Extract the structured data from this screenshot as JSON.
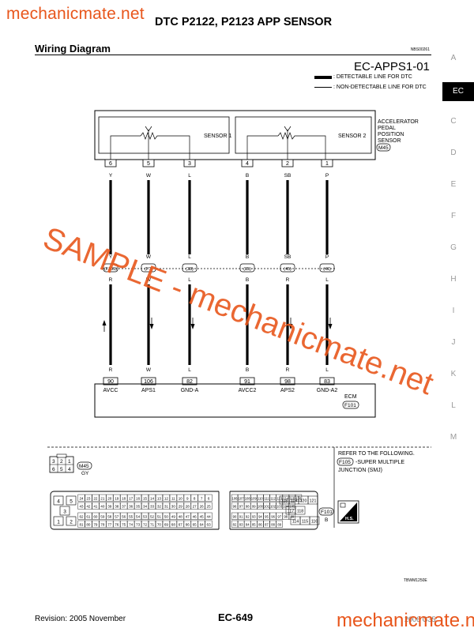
{
  "brand_watermark": "mechanicmate.net",
  "title": "DTC P2122, P2123 APP SENSOR",
  "section": "Wiring Diagram",
  "doc_code": "NBS00261",
  "diagram_id": "EC-APPS1-01",
  "legend": {
    "detectable": ": DETECTABLE LINE FOR DTC",
    "non_detectable": ": NON-DETECTABLE LINE FOR DTC"
  },
  "sensor": {
    "name_lines": [
      "ACCELERATOR",
      "PEDAL",
      "POSITION",
      "SENSOR"
    ],
    "connector": "M45",
    "sensor1": "SENSOR 1",
    "sensor2": "SENSOR 2"
  },
  "wires": [
    {
      "pin": "6",
      "color_top": "Y",
      "junction": "(F105)",
      "color_bottom": "R",
      "ecm_pin": "90",
      "ecm_label": "AVCC",
      "arrow": "up"
    },
    {
      "pin": "5",
      "color_top": "W",
      "junction": "(F?)",
      "color_bottom": "W",
      "ecm_pin": "106",
      "ecm_label": "APS1",
      "arrow": "down"
    },
    {
      "pin": "3",
      "color_top": "L",
      "junction": "(38)",
      "color_bottom": "L",
      "ecm_pin": "82",
      "ecm_label": "GND-A",
      "arrow": "down"
    },
    {
      "pin": "4",
      "color_top": "B",
      "junction": "(35)",
      "color_bottom": "B",
      "ecm_pin": "91",
      "ecm_label": "AVCC2",
      "arrow": "none"
    },
    {
      "pin": "2",
      "color_top": "SB",
      "junction": "(45)",
      "color_bottom": "R",
      "ecm_pin": "98",
      "ecm_label": "APS2",
      "arrow": "down"
    },
    {
      "pin": "1",
      "color_top": "P",
      "junction": "(46)",
      "color_bottom": "L",
      "ecm_pin": "83",
      "ecm_label": "GND-A2",
      "arrow": "down"
    }
  ],
  "ecm": {
    "name": "ECM",
    "connector": "F101"
  },
  "junction_connector": "F105",
  "refer": {
    "heading": "REFER TO THE FOLLOWING.",
    "code": "F105",
    "line1": "-SUPER MULTIPLE",
    "line2": "JUNCTION (SMJ)"
  },
  "small_connector": {
    "code": "M45",
    "color": "GY",
    "pins_top": [
      "3",
      "2",
      "1"
    ],
    "pins_bottom": [
      "6",
      "5",
      "4"
    ]
  },
  "ecm_connector": {
    "code": "F101",
    "color": "B",
    "big_pins": [
      "4",
      "5",
      "3",
      "1",
      "2"
    ],
    "rows_left": [
      [
        "24",
        "23",
        "22",
        "21",
        "20",
        "19",
        "18",
        "17",
        "16",
        "15",
        "14",
        "13",
        "12",
        "11",
        "10",
        "9",
        "8",
        "7",
        "6"
      ],
      [
        "43",
        "42",
        "41",
        "40",
        "39",
        "38",
        "37",
        "36",
        "35",
        "34",
        "33",
        "32",
        "31",
        "30",
        "29",
        "28",
        "27",
        "26",
        "25"
      ],
      [
        "62",
        "61",
        "60",
        "59",
        "58",
        "57",
        "56",
        "55",
        "54",
        "53",
        "52",
        "51",
        "50",
        "49",
        "48",
        "47",
        "46",
        "45",
        "44"
      ],
      [
        "81",
        "80",
        "79",
        "78",
        "77",
        "76",
        "75",
        "74",
        "73",
        "72",
        "71",
        "70",
        "69",
        "68",
        "67",
        "66",
        "65",
        "64",
        "63"
      ]
    ],
    "rows_right": [
      [
        "106",
        "107",
        "108",
        "109",
        "110",
        "111",
        "112",
        "113",
        "114",
        "115",
        "116"
      ],
      [
        "96",
        "97",
        "98",
        "99",
        "100",
        "101",
        "102",
        "103",
        "104",
        "105"
      ],
      [
        "90",
        "91",
        "92",
        "93",
        "94",
        "95",
        "96",
        "97",
        "98",
        "99"
      ],
      [
        "82",
        "83",
        "84",
        "85",
        "86",
        "87",
        "88",
        "89"
      ]
    ],
    "extra_rows": [
      [
        "118",
        "119",
        "120",
        "121"
      ],
      [
        "117",
        "118"
      ],
      [
        "114",
        "115",
        "116"
      ]
    ]
  },
  "hs_badge": "H.S.",
  "figure_code": "TBWM1250E",
  "overlay_watermark": "SAMPLE - mechanicmate.net",
  "side_index": [
    "A",
    "EC",
    "C",
    "D",
    "E",
    "F",
    "G",
    "H",
    "I",
    "J",
    "K",
    "L",
    "M"
  ],
  "footer": {
    "revision": "Revision: 2005 November",
    "page": "EC-649",
    "right": "2006 G35"
  },
  "colors": {
    "watermark": "#e8561c",
    "overlay": "#e8561c"
  }
}
